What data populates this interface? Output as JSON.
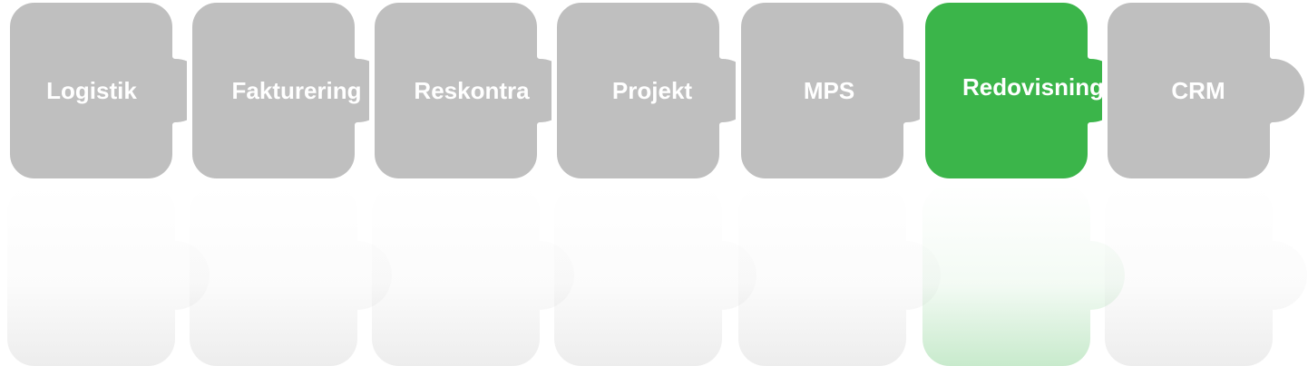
{
  "modules": [
    {
      "label": "Logistik",
      "active": false
    },
    {
      "label": "Fakturering",
      "active": false
    },
    {
      "label": "Reskontra",
      "active": false
    },
    {
      "label": "Projekt",
      "active": false
    },
    {
      "label": "MPS",
      "active": false
    },
    {
      "label": "Redovisning",
      "active": true
    },
    {
      "label": "CRM",
      "active": false
    }
  ],
  "colors": {
    "inactive": "#bfbfbf",
    "active": "#3bb54a",
    "label": "#ffffff",
    "outline": "#ffffff"
  }
}
